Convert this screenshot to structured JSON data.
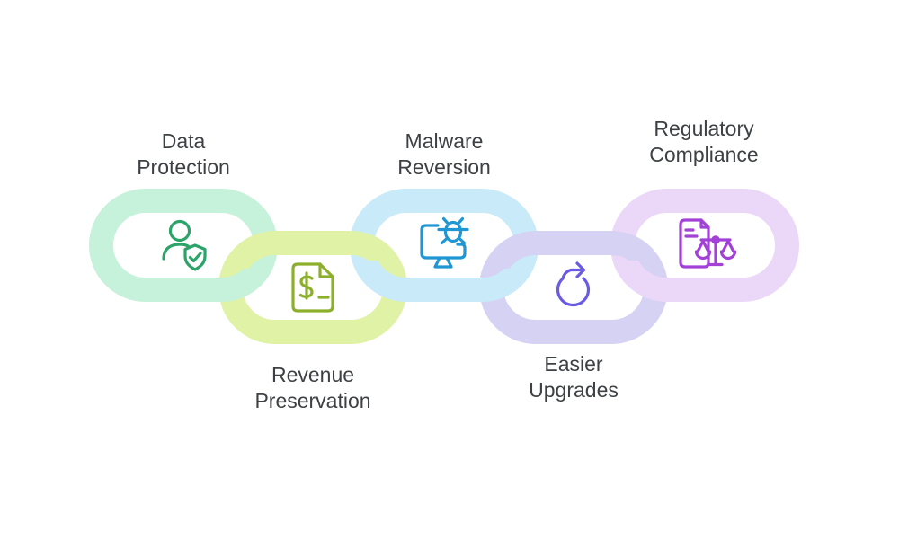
{
  "diagram": {
    "title": "Benefits chain diagram",
    "background_color": "#ffffff",
    "text_color": "#3e4144",
    "links": [
      {
        "id": "data-protection",
        "label": "Data Protection",
        "lines": [
          "Data",
          "Protection"
        ],
        "label_position": "above",
        "link_color": "#c6f1da",
        "icon": "user-shield-check-icon",
        "icon_color": "#2ca469"
      },
      {
        "id": "revenue-preservation",
        "label": "Revenue Preservation",
        "lines": [
          "Revenue",
          "Preservation"
        ],
        "label_position": "below",
        "link_color": "#e0f2a6",
        "icon": "dollar-document-icon",
        "icon_color": "#8db02c"
      },
      {
        "id": "malware-reversion",
        "label": "Malware Reversion",
        "lines": [
          "Malware",
          "Reversion"
        ],
        "label_position": "above",
        "link_color": "#c9eaf9",
        "icon": "monitor-bug-icon",
        "icon_color": "#2097d3"
      },
      {
        "id": "easier-upgrades",
        "label": "Easier Upgrades",
        "lines": [
          "Easier",
          "Upgrades"
        ],
        "label_position": "below",
        "link_color": "#d6d2f4",
        "icon": "circular-arrow-icon",
        "icon_color": "#6a5be2"
      },
      {
        "id": "regulatory-compliance",
        "label": "Regulatory Compliance",
        "lines": [
          "Regulatory",
          "Compliance"
        ],
        "label_position": "above",
        "link_color": "#ebd7f7",
        "icon": "scales-document-icon",
        "icon_color": "#a241d6"
      }
    ]
  }
}
